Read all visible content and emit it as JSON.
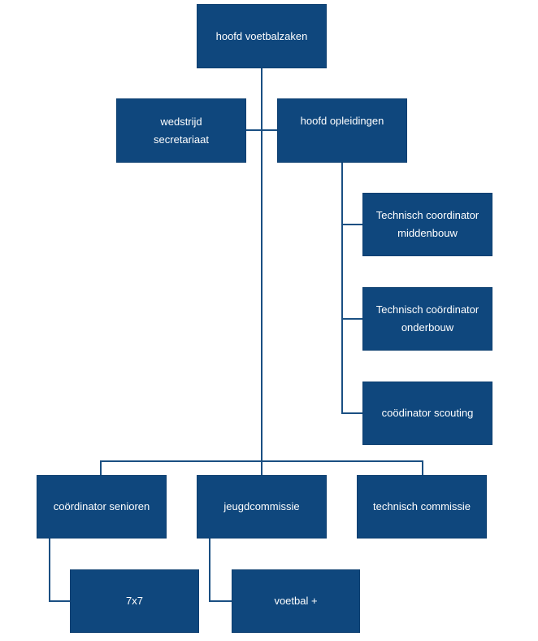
{
  "colors": {
    "box_fill": "#0f477d",
    "line": "#1a4f82",
    "text": "#ffffff",
    "background": "#ffffff"
  },
  "nodes": {
    "head_football": "hoofd voetbalzaken",
    "match_secretariat": "wedstrijd\nsecretariaat",
    "head_training": "hoofd opleidingen",
    "tech_coord_middenbouw": "Technisch coordinator\nmiddenbouw",
    "tech_coord_onderbouw": "Technisch coördinator\nonderbouw",
    "coord_scouting": "coödinator scouting",
    "coord_seniors": "coördinator senioren",
    "youth_committee": "jeugdcommissie",
    "technical_committee": "technisch commissie",
    "seven_a_side": "7x7",
    "voetbal_plus": "voetbal  +"
  }
}
